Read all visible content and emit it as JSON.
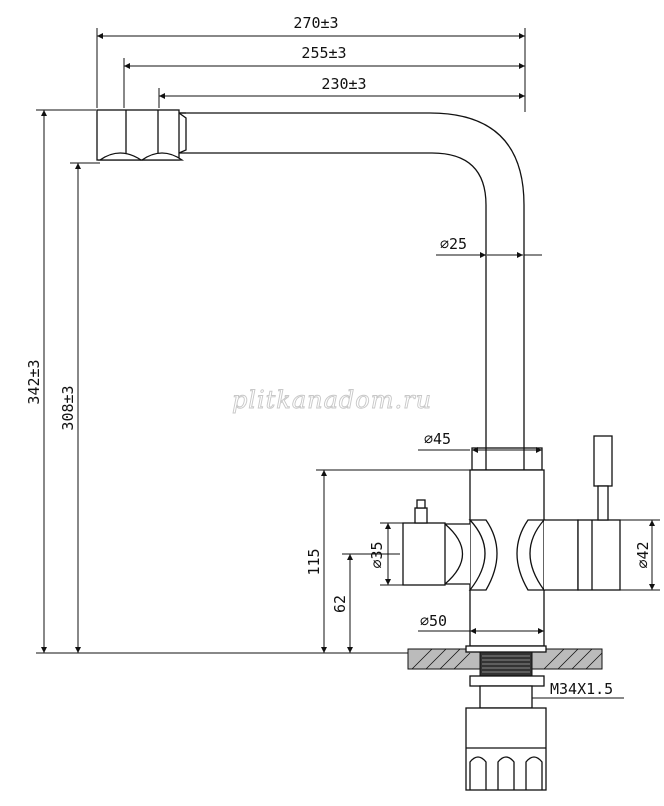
{
  "watermark": "plitkanadom.ru",
  "dimensions": {
    "reach_270": "270±3",
    "reach_255": "255±3",
    "reach_230": "230±3",
    "height_342": "342±3",
    "height_308": "308±3",
    "spout_dia": "⌀25",
    "body_top_dia": "⌀45",
    "body_dia": "⌀50",
    "left_handle_dia": "⌀35",
    "right_handle_dia": "⌀42",
    "height_115": "115",
    "height_62": "62",
    "thread": "M34X1.5"
  }
}
